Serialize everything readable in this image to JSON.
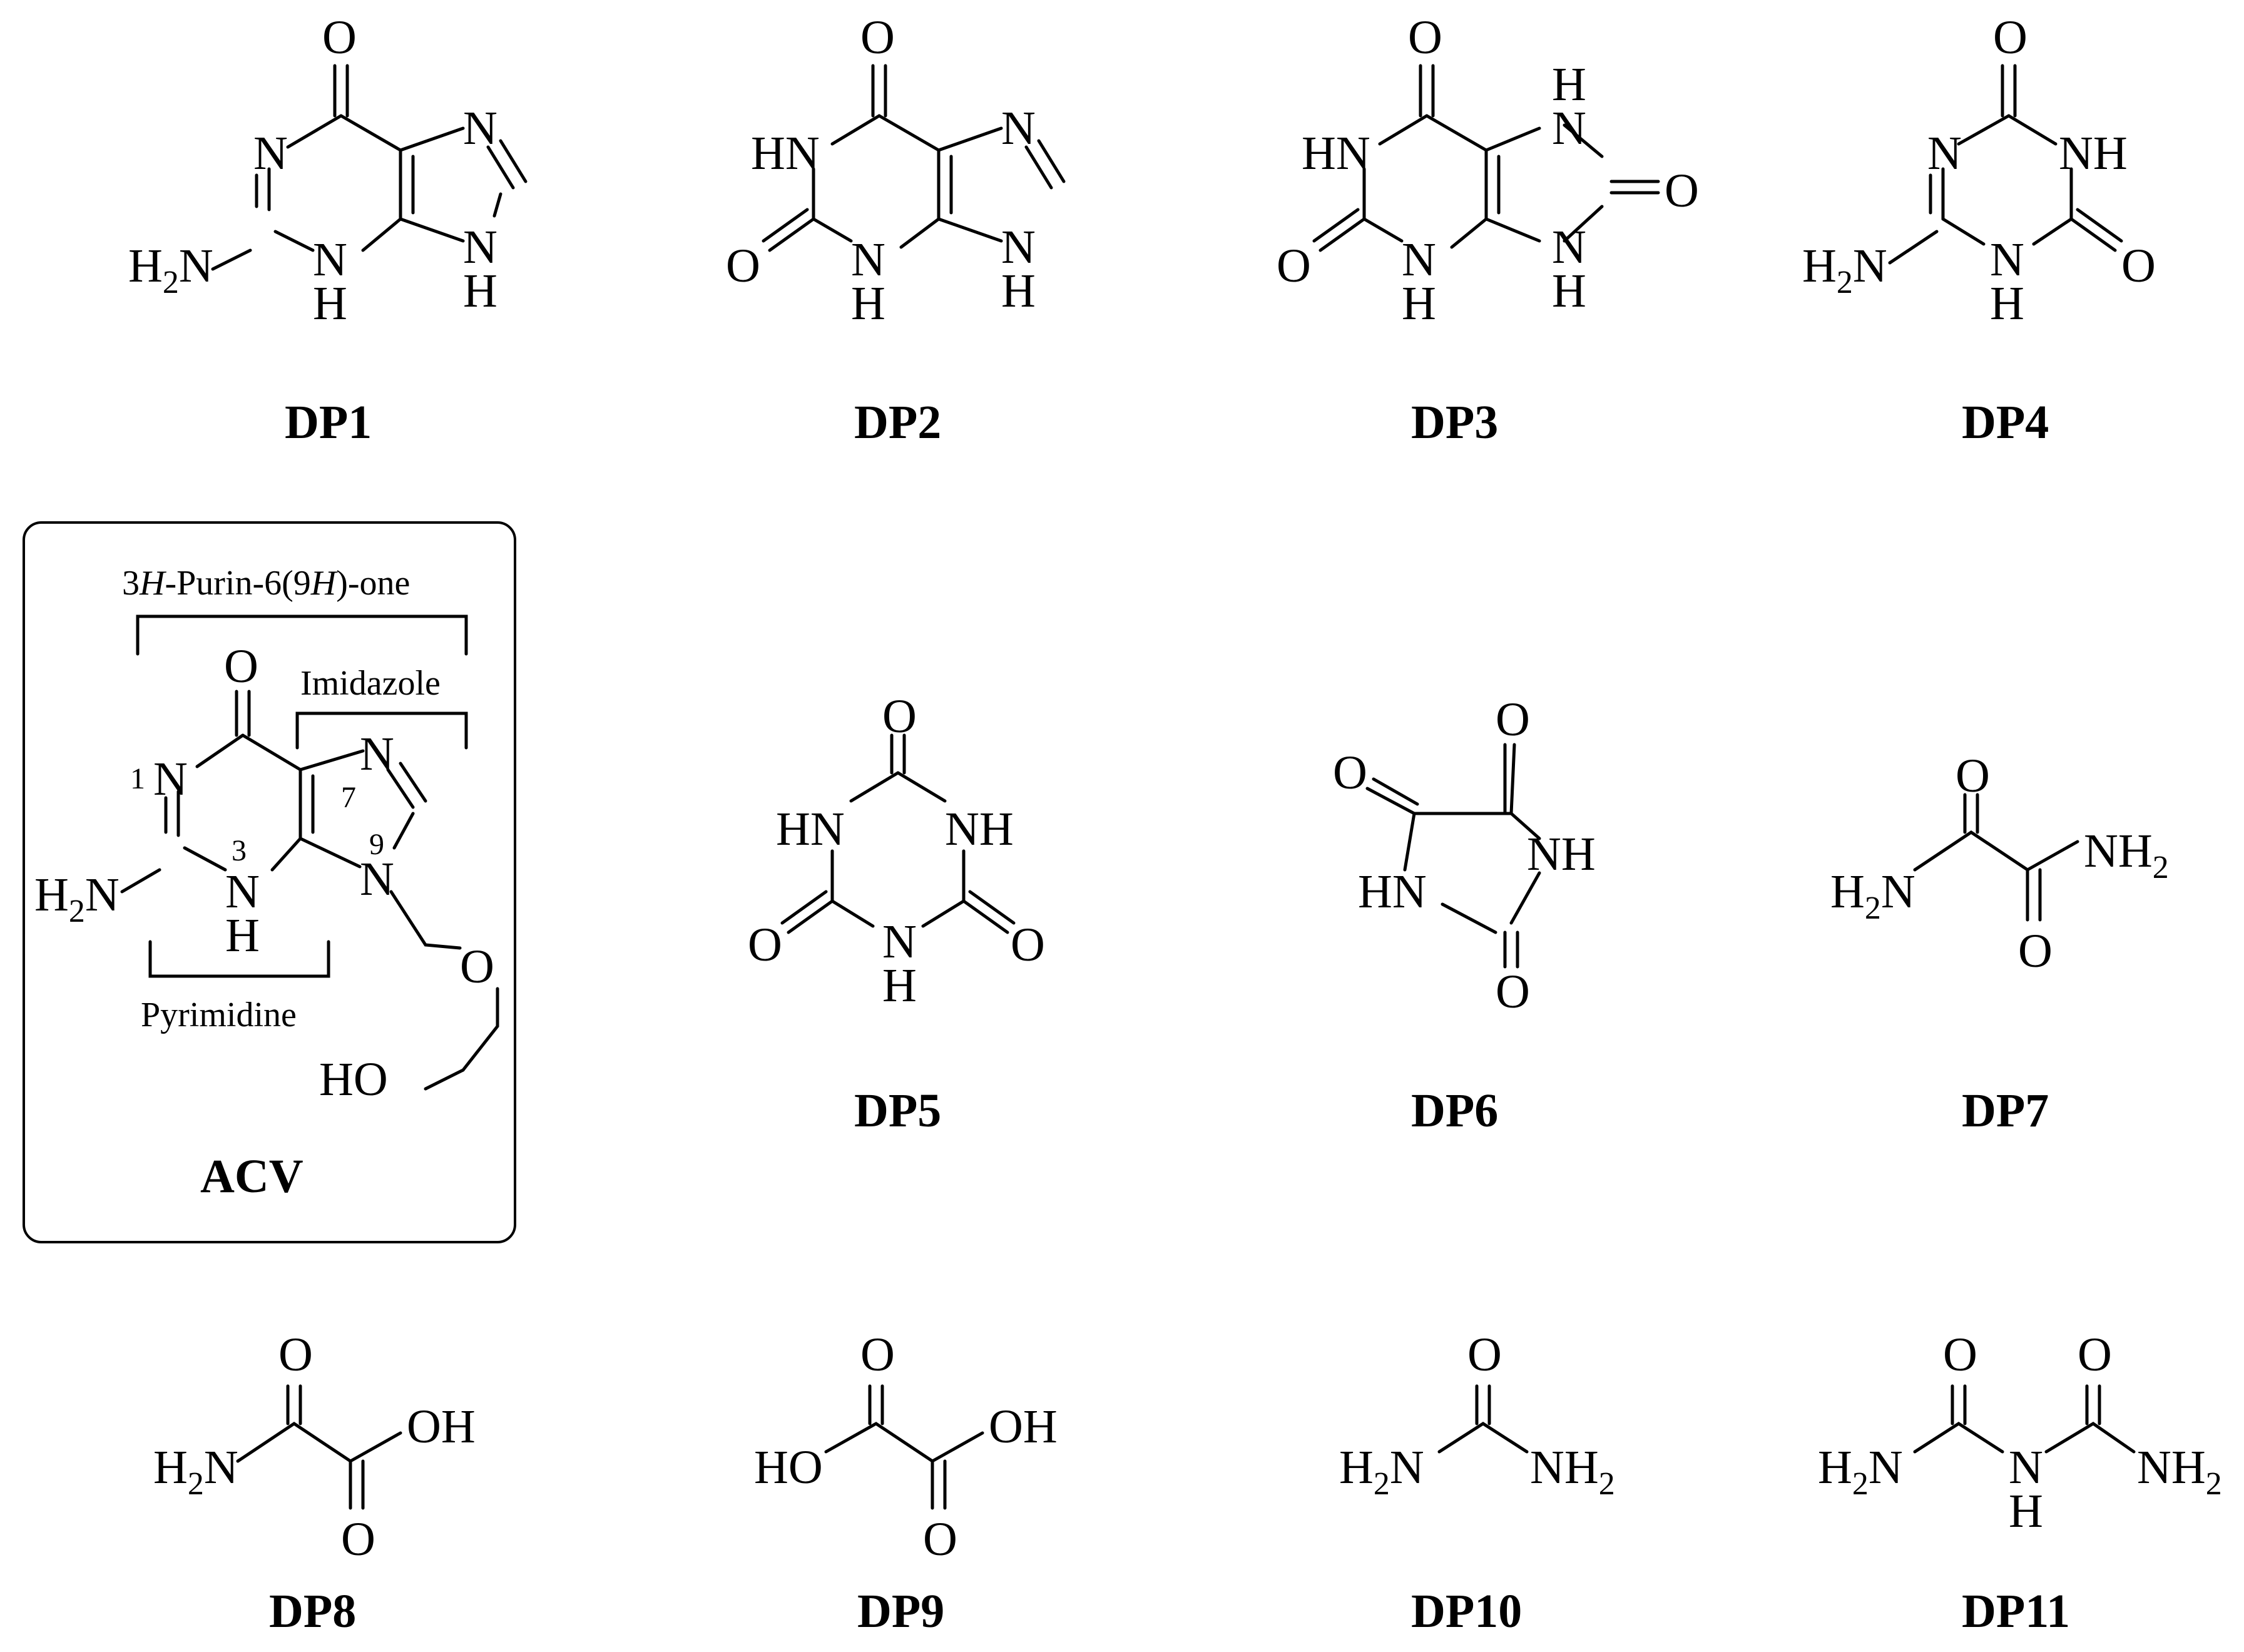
{
  "compounds": {
    "dp1": {
      "label": "DP1"
    },
    "dp2": {
      "label": "DP2"
    },
    "dp3": {
      "label": "DP3"
    },
    "dp4": {
      "label": "DP4"
    },
    "acv": {
      "label": "ACV"
    },
    "dp5": {
      "label": "DP5"
    },
    "dp6": {
      "label": "DP6"
    },
    "dp7": {
      "label": "DP7"
    },
    "dp8": {
      "label": "DP8"
    },
    "dp9": {
      "label": "DP9"
    },
    "dp10": {
      "label": "DP10"
    },
    "dp11": {
      "label": "DP11"
    }
  },
  "acv_annotations": {
    "purinone_prefix": "3",
    "purinone_h1": "H",
    "purinone_mid": "-Purin-6(9",
    "purinone_h2": "H",
    "purinone_suffix": ")-one",
    "imidazole": "Imidazole",
    "pyrimidine": "Pyrimidine",
    "n1": "1",
    "n3": "3",
    "n7": "7",
    "n9": "9"
  },
  "atoms": {
    "O": "O",
    "N": "N",
    "H": "H",
    "HN": "HN",
    "NH": "NH",
    "H2N_H": "H",
    "H2N_sub": "2",
    "H2N_N": "N",
    "NH2_NH": "NH",
    "NH2_sub": "2",
    "OH": "OH",
    "HO": "HO"
  }
}
